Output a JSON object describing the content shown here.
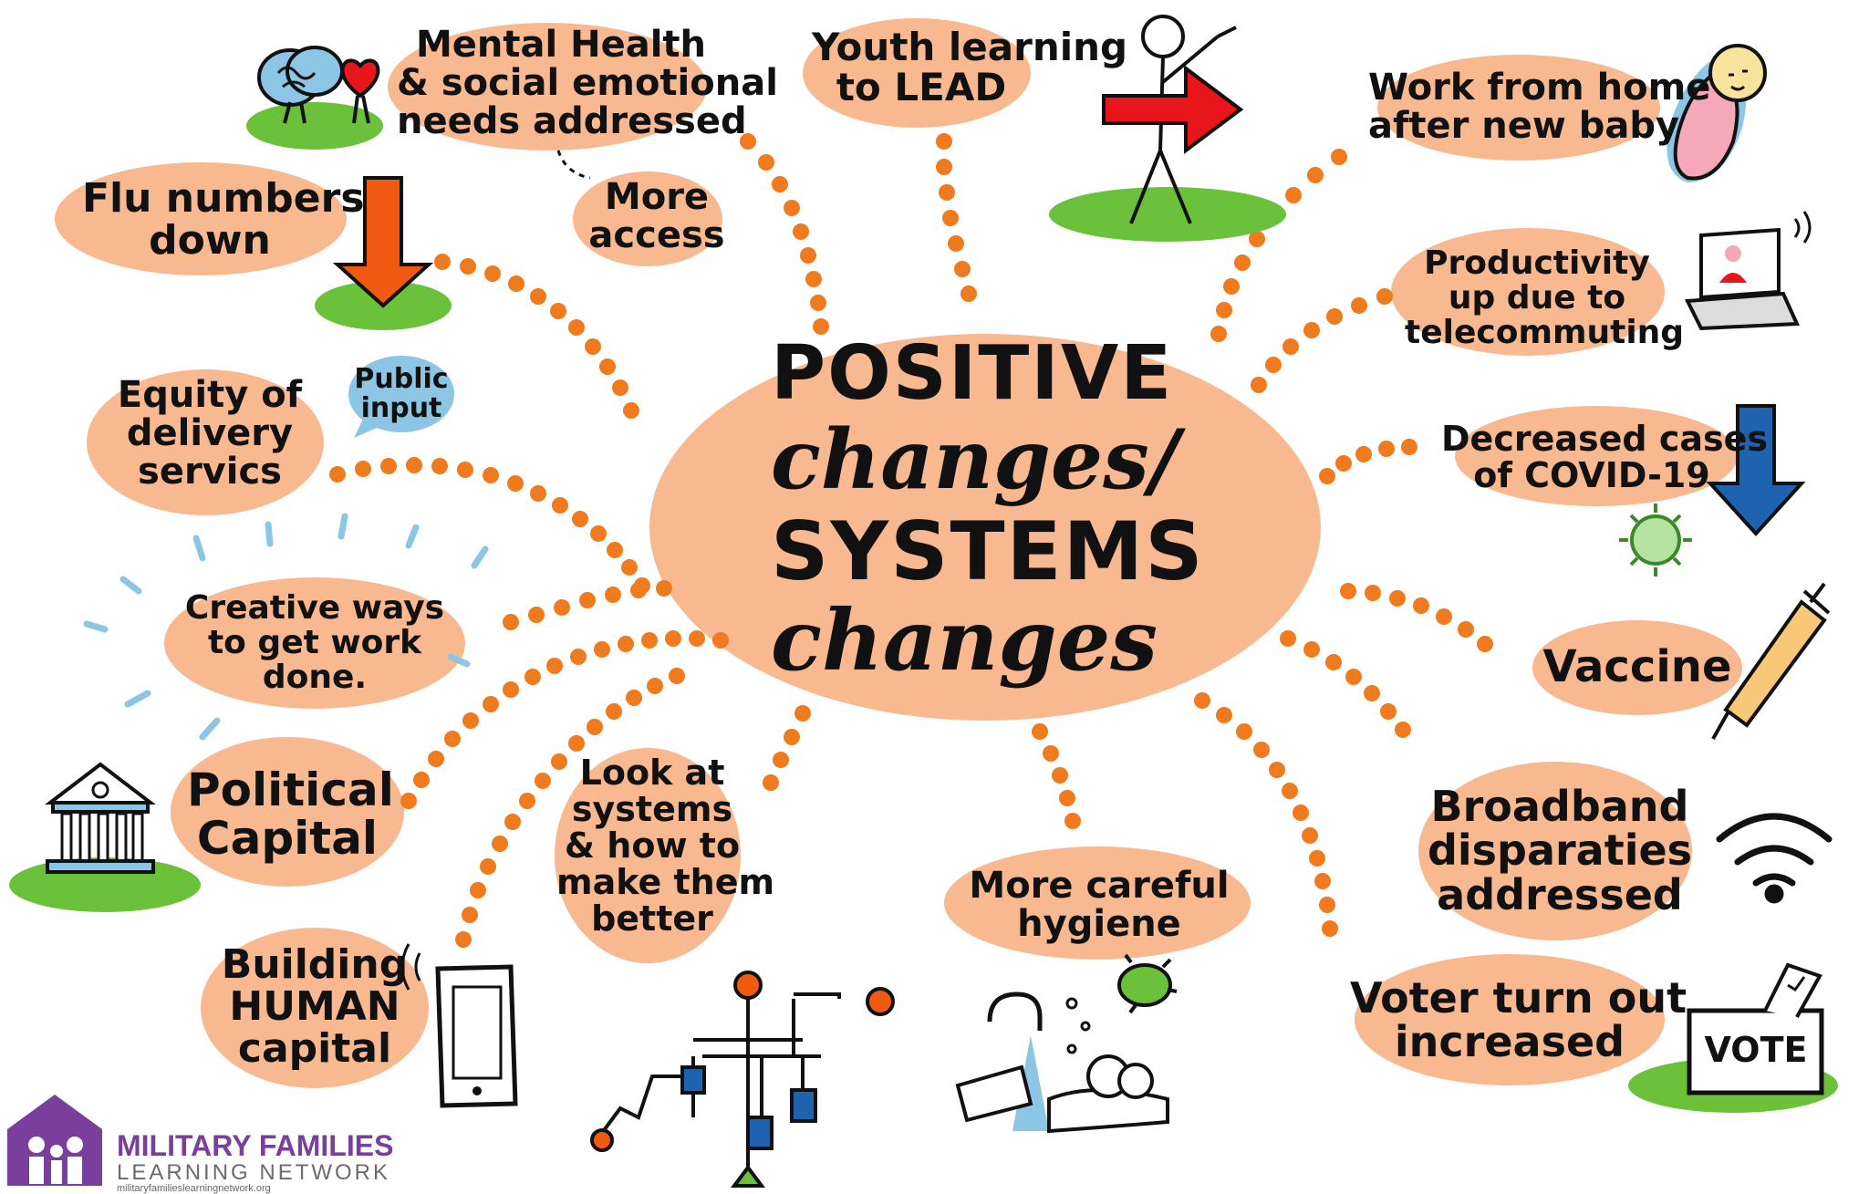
{
  "center": {
    "line1": "POSITIVE",
    "line2": "changes/",
    "line3": "SYSTEMS",
    "line4": "changes"
  },
  "topics": {
    "mental_health": [
      "Mental Health",
      "& social emotional",
      "needs addressed"
    ],
    "more_access": [
      "More",
      "access"
    ],
    "youth": [
      "Youth learning",
      "to LEAD"
    ],
    "work_home": [
      "Work from home",
      "after new baby"
    ],
    "flu": [
      "Flu numbers",
      "down"
    ],
    "productivity": [
      "Productivity",
      "up due to",
      "telecommuting"
    ],
    "equity": [
      "Equity of",
      "delivery",
      "servics"
    ],
    "public_input": [
      "Public",
      "input"
    ],
    "covid": [
      "Decreased cases",
      "of COVID-19"
    ],
    "creative": [
      "Creative ways",
      "to get work",
      "done."
    ],
    "vaccine": [
      "Vaccine"
    ],
    "political": [
      "Political",
      "Capital"
    ],
    "systems": [
      "Look at",
      "systems",
      "& how to",
      "make them",
      "better"
    ],
    "hygiene": [
      "More careful",
      "hygiene"
    ],
    "broadband": [
      "Broadband",
      "disparaties",
      "addressed"
    ],
    "building": [
      "Building",
      "HUMAN",
      "capital"
    ],
    "voter": [
      "Voter turn out",
      "increased"
    ],
    "vote_box": "VOTE"
  },
  "brand": {
    "name": "MILITARY FAMILIES",
    "sub": "LEARNING NETWORK",
    "url": "militaryfamilieslearningnetwork.org"
  },
  "colors": {
    "blob": "#f8b890",
    "dots": "#f07a1e",
    "grass": "#6cc13a",
    "red": "#e8151b",
    "orange_arrow": "#f05a10",
    "blue_arrow": "#1d63b0",
    "bubble_blue": "#8cc6e4",
    "brand_purple": "#7a3e9d"
  }
}
